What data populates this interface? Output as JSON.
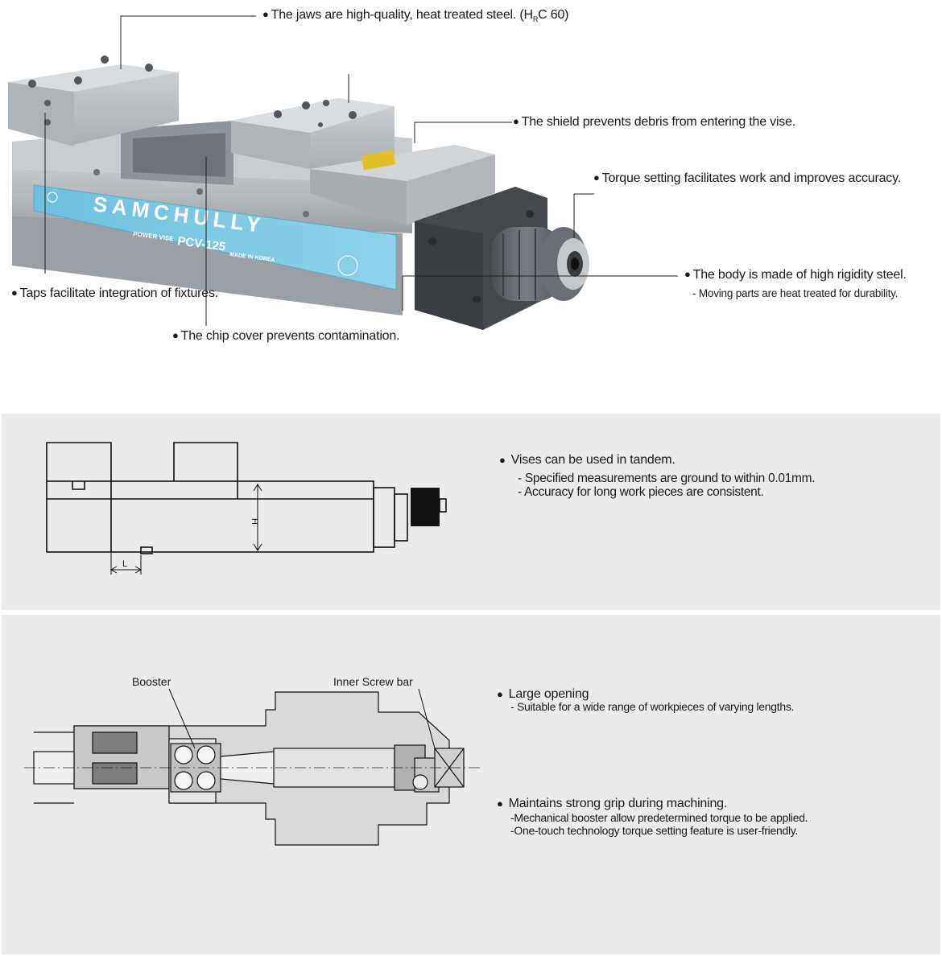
{
  "top_callouts": {
    "jaws": "The jaws are high-quality, heat treated steel. (H",
    "jaws_sub": "R",
    "jaws_end": "C 60)",
    "shield": "The shield prevents debris from entering the vise.",
    "torque": "Torque setting facilitates work and improves accuracy.",
    "body": "The body is made of high rigidity steel.",
    "body_sub": "- Moving parts are heat treated for durability.",
    "taps": "Taps facilitate integration of fixtures.",
    "chip": "The chip cover prevents contamination."
  },
  "product": {
    "brand": "SAMCHULLY",
    "type_label": "POWER VISE",
    "model": "PCV-125",
    "origin": "MADE IN KOREA"
  },
  "tandem": {
    "heading": "Vises can be used in tandem.",
    "line1": "- Specified measurements are ground to within 0.01mm.",
    "line2": "- Accuracy for long work pieces are consistent.",
    "dim_h": "H",
    "dim_l": "L"
  },
  "section": {
    "label_booster": "Booster",
    "label_screw": "Inner Screw bar",
    "opening_heading": "Large opening",
    "opening_sub": "- Suitable for a wide range of workpieces of varying lengths.",
    "grip_heading": "Maintains strong grip during machining.",
    "grip_sub1": "-Mechanical booster allow predetermined torque to be applied.",
    "grip_sub2": "-One-touch technology torque setting feature is user-friendly."
  },
  "colors": {
    "steel": "#b9bdc1",
    "steel_dark": "#8d9398",
    "label_blue": "#7cc8e4",
    "knob": "#5f6368",
    "panel": "#ebebeb"
  }
}
